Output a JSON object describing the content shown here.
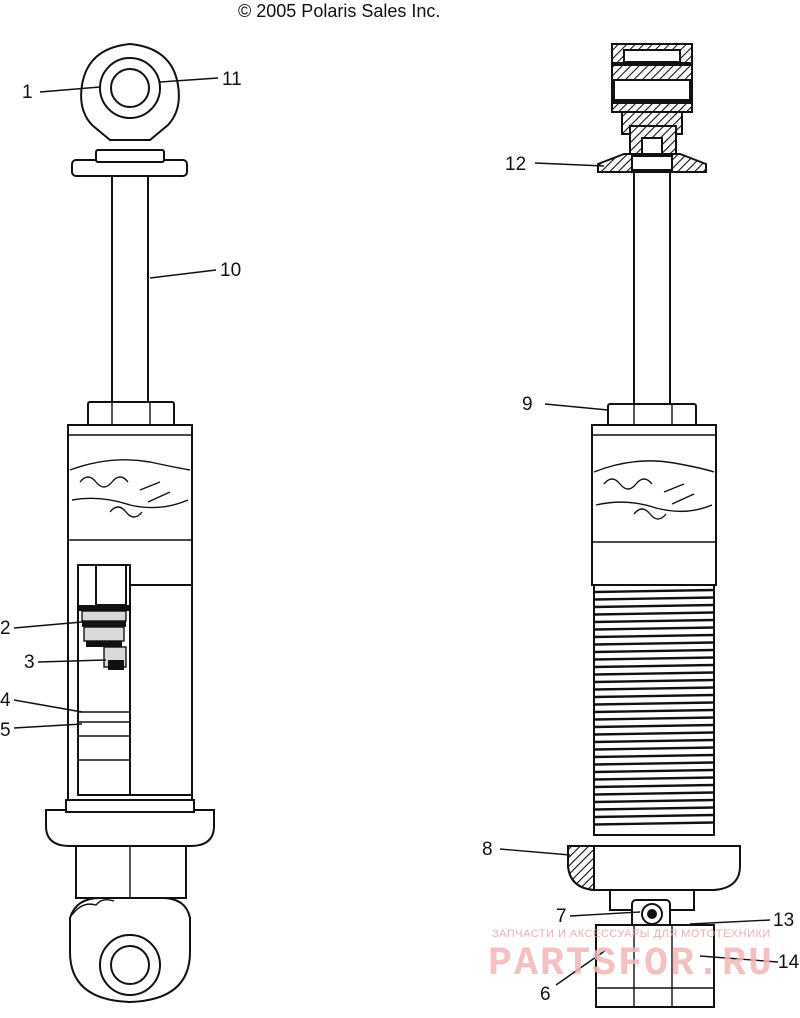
{
  "copyright": "© 2005 Polaris Sales Inc.",
  "callouts": {
    "c1": "1",
    "c2": "2",
    "c3": "3",
    "c4": "4",
    "c5": "5",
    "c6": "6",
    "c7": "7",
    "c8": "8",
    "c9": "9",
    "c10": "10",
    "c11": "11",
    "c12": "12",
    "c13": "13",
    "c14": "14"
  },
  "watermark": {
    "line1": "ЗАПЧАСТИ И АКСЕССУАРЫ ДЛЯ МОТОТЕХНИКИ",
    "line2": "PARTSFOR.RU"
  }
}
